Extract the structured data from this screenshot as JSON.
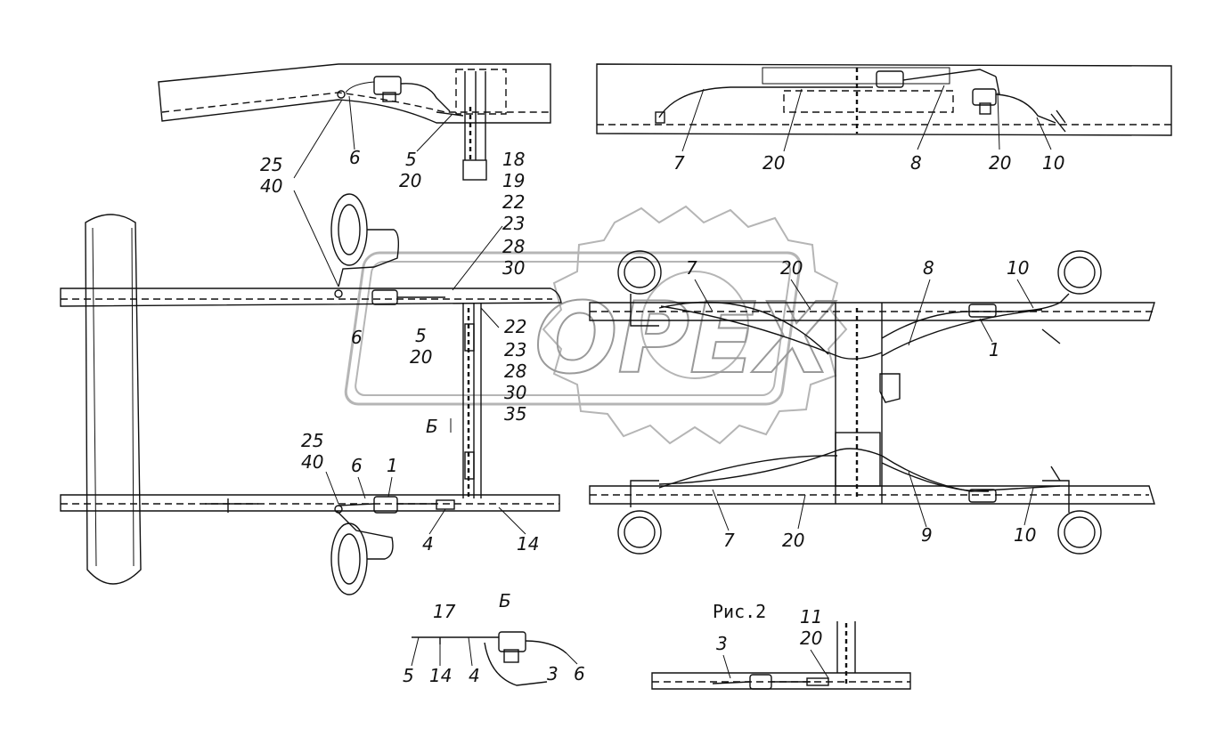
{
  "watermark": "OPEX",
  "caption_fig2": "Рис.2",
  "caption_view_b": "Б",
  "marker_view_b": "Б",
  "labels": {
    "top_left": {
      "l6": "6",
      "l5": "5",
      "l20": "20",
      "l25": "25",
      "l40": "40",
      "stack": [
        "18",
        "19",
        "22",
        "23",
        "28",
        "30"
      ]
    },
    "top_right": {
      "l7": "7",
      "l20a": "20",
      "l8": "8",
      "l20b": "20",
      "l10": "10"
    },
    "left_main": {
      "l6": "6",
      "l5": "5",
      "l20": "20",
      "stack": [
        "22",
        "23",
        "28",
        "30",
        "35"
      ],
      "l25": "25",
      "l40": "40",
      "l6b": "6",
      "l1": "1",
      "l4": "4",
      "l14": "14"
    },
    "right_main": {
      "l7": "7",
      "l20": "20",
      "l8": "8",
      "l10": "10",
      "l1": "1",
      "l7b": "7",
      "l20b": "20",
      "l9": "9",
      "l10b": "10"
    },
    "view_b": {
      "l17": "17",
      "l5": "5",
      "l14": "14",
      "l4": "4",
      "l3": "3",
      "l6": "6"
    },
    "fig2": {
      "l3": "3",
      "l11": "11",
      "l20": "20"
    }
  }
}
